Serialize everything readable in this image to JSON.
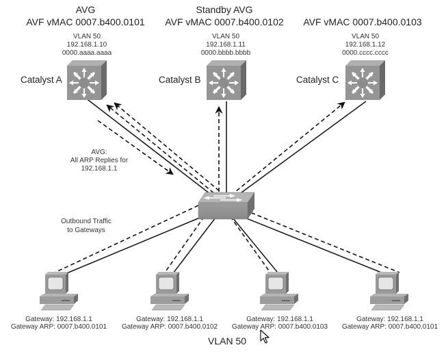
{
  "routers": [
    {
      "name": "Catalyst A",
      "role_line1": "AVG",
      "role_line2": "AVF vMAC 0007.b400.0101",
      "vlan": "VLAN 50",
      "ip": "192.168.1.10",
      "mac": "0000.aaaa.aaaa"
    },
    {
      "name": "Catalyst B",
      "role_line1": "Standby AVG",
      "role_line2": "AVF vMAC 0007.b400.0102",
      "vlan": "VLAN 50",
      "ip": "192.168.1.11",
      "mac": "0000.bbbb.bbbb"
    },
    {
      "name": "Catalyst C",
      "role_line1": "",
      "role_line2": "AVF vMAC 0007.b400.0103",
      "vlan": "VLAN 50",
      "ip": "192.168.1.12",
      "mac": "0000.cccc.cccc"
    }
  ],
  "annotations": {
    "avg_line1": "AVG:",
    "avg_line2": "All ARP Replies for",
    "avg_line3": "192.168.1.1",
    "outbound_line1": "Outbound Traffic",
    "outbound_line2": "to Gateways"
  },
  "hosts": [
    {
      "gateway": "Gateway: 192.168.1.1",
      "gateway_arp": "Gateway ARP: 0007.b400.0101"
    },
    {
      "gateway": "Gateway: 192.168.1.1",
      "gateway_arp": "Gateway ARP: 0007.b400.0102"
    },
    {
      "gateway": "Gateway: 192.168.1.1",
      "gateway_arp": "Gateway ARP: 0007.b400.0103"
    },
    {
      "gateway": "Gateway: 192.168.1.1",
      "gateway_arp": "Gateway ARP: 0007.b400.0101"
    }
  ],
  "footer": {
    "vlan_label": "VLAN 50"
  },
  "icons": {
    "router": "multilayer-switch-icon",
    "switch": "workgroup-switch-icon",
    "host": "workstation-icon",
    "cursor": "mouse-pointer-icon"
  }
}
